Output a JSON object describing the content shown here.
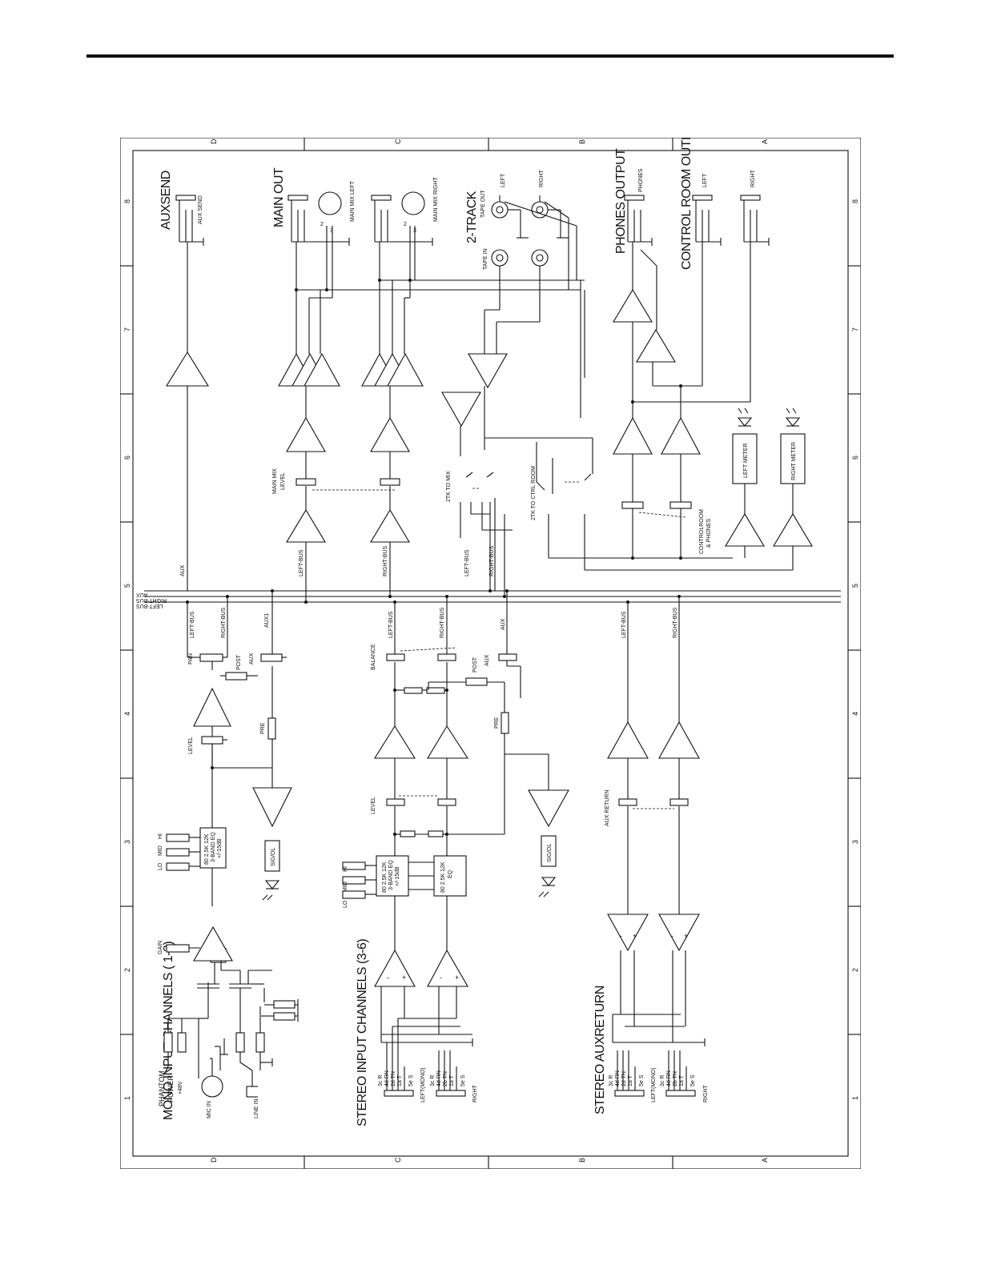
{
  "frame": {
    "row_letters": [
      "D",
      "C",
      "B",
      "A"
    ],
    "column_numbers": [
      "1",
      "2",
      "3",
      "4",
      "5",
      "6",
      "7",
      "8"
    ]
  },
  "sections": {
    "mono_input": "MONO INPUT CHANNELS ( 1-2)",
    "stereo_input": "STEREO INPUT CHANNELS (3-6)",
    "stereo_aux_return": "STEREO AUXRETURN",
    "aux_send": "AUXSEND",
    "main_out": "MAIN OUT",
    "two_track": "2-TRACK",
    "phones_output": "PHONES OUTPUT",
    "control_room_output": "CONTROL ROOM OUTPUT"
  },
  "buses": {
    "aux": "AUX",
    "right": "RIGHT-BUS",
    "left": "LEFT-BUS"
  },
  "labels": {
    "phantom": "PHANTOM",
    "power": "POWER",
    "v48": "+48V",
    "mic_in": "MIC IN",
    "line_in": "LINE IN",
    "gain": "GAIN",
    "lo": "LO",
    "mid": "MID",
    "hi": "HI",
    "eq1": "80  2.5K  12K",
    "eq2": "3-BAND EQ",
    "eq3": "+/-15dB",
    "eq_s": "EQ",
    "level": "LEVEL",
    "pan": "PAN",
    "balance": "BALANCE",
    "post": "POST",
    "pre": "PRE",
    "aux": "AUX",
    "aux1": "AUX1",
    "left_bus": "LEFT-BUS",
    "right_bus": "RIGHT-BUS",
    "sig_ol": "SIG/OL",
    "aux_return": "AUX RETURN",
    "main_mix": "MAIN MIX",
    "main_mix_level": "LEVEL",
    "tk_to_mix": "2TK TO MIX",
    "tk_to_ctrl": "2TK TO CTRL  ROOM",
    "controlroom": "CONTROLROOM",
    "phones_amp": "& PHONES",
    "left_meter": "LEFT METER",
    "right_meter": "RIGHT METER",
    "tape_in": "TAPE IN",
    "tape_out": "TAPE OUT",
    "left": "LEFT",
    "right": "RIGHT",
    "aux_send_jack": "AUX SEND",
    "main_mix_left": "MAIN MIX LEFT",
    "main_mix_right": "MAIN MIX RIGHT",
    "phones": "PHONES",
    "left_mono": "LEFT(MONO)",
    "right_jack": "RIGHT",
    "r": "R",
    "t": "T",
    "s": "S",
    "n1": "1",
    "n2": "2",
    "n3": "3",
    "p3cr": "3c  R",
    "p4drn": "4d  RN",
    "p2dtn": "2d  TN",
    "p1at": "1a  T",
    "p5es": "5e  S",
    "p2btn": "2b  TN",
    "minus": "-",
    "plus": "+"
  }
}
